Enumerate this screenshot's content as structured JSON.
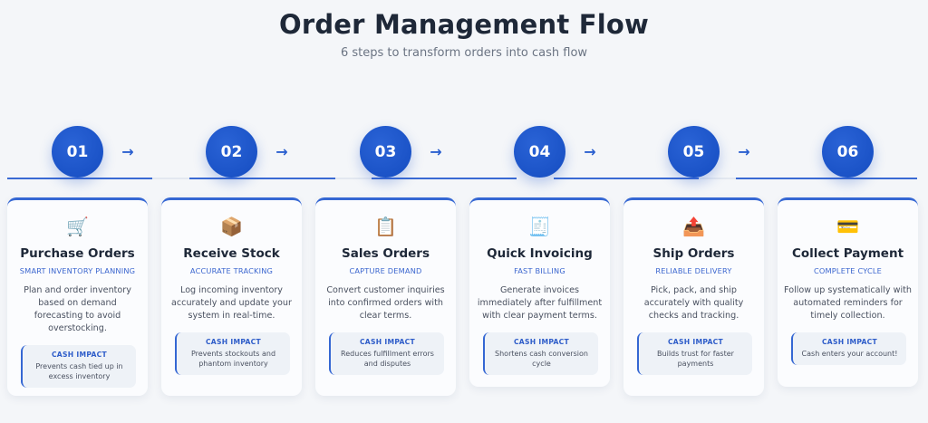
{
  "header": {
    "title": "Order Management Flow",
    "subtitle": "6 steps to transform orders into cash flow"
  },
  "colors": {
    "accent": "#1b53c7",
    "line": "#3a6ad4",
    "background": "#f4f6f9",
    "title_text": "#1e2838",
    "tag_text": "#3b66cf",
    "impact_bg": "#eef2f7"
  },
  "arrow_glyph": "→",
  "steps": [
    {
      "number": "01",
      "icon": "🛒",
      "icon_name": "shopping-cart-icon",
      "title": "Purchase Orders",
      "tag": "SMART INVENTORY PLANNING",
      "description": "Plan and order inventory based on demand forecasting to avoid overstocking.",
      "impact_label": "CASH IMPACT",
      "impact_text": "Prevents cash tied up in excess inventory"
    },
    {
      "number": "02",
      "icon": "📦",
      "icon_name": "package-box-icon",
      "title": "Receive Stock",
      "tag": "ACCURATE TRACKING",
      "description": "Log incoming inventory accurately and update your system in real-time.",
      "impact_label": "CASH IMPACT",
      "impact_text": "Prevents stockouts and phantom inventory"
    },
    {
      "number": "03",
      "icon": "📋",
      "icon_name": "clipboard-icon",
      "title": "Sales Orders",
      "tag": "CAPTURE DEMAND",
      "description": "Convert customer inquiries into confirmed orders with clear terms.",
      "impact_label": "CASH IMPACT",
      "impact_text": "Reduces fulfillment errors and disputes"
    },
    {
      "number": "04",
      "icon": "🧾",
      "icon_name": "receipt-icon",
      "title": "Quick Invoicing",
      "tag": "FAST BILLING",
      "description": "Generate invoices immediately after fulfillment with clear payment terms.",
      "impact_label": "CASH IMPACT",
      "impact_text": "Shortens cash conversion cycle"
    },
    {
      "number": "05",
      "icon": "📤",
      "icon_name": "outbox-tray-icon",
      "title": "Ship Orders",
      "tag": "RELIABLE DELIVERY",
      "description": "Pick, pack, and ship accurately with quality checks and tracking.",
      "impact_label": "CASH IMPACT",
      "impact_text": "Builds trust for faster payments"
    },
    {
      "number": "06",
      "icon": "💳",
      "icon_name": "credit-card-icon",
      "title": "Collect Payment",
      "tag": "COMPLETE CYCLE",
      "description": "Follow up systematically with automated reminders for timely collection.",
      "impact_label": "CASH IMPACT",
      "impact_text": "Cash enters your account!"
    }
  ]
}
